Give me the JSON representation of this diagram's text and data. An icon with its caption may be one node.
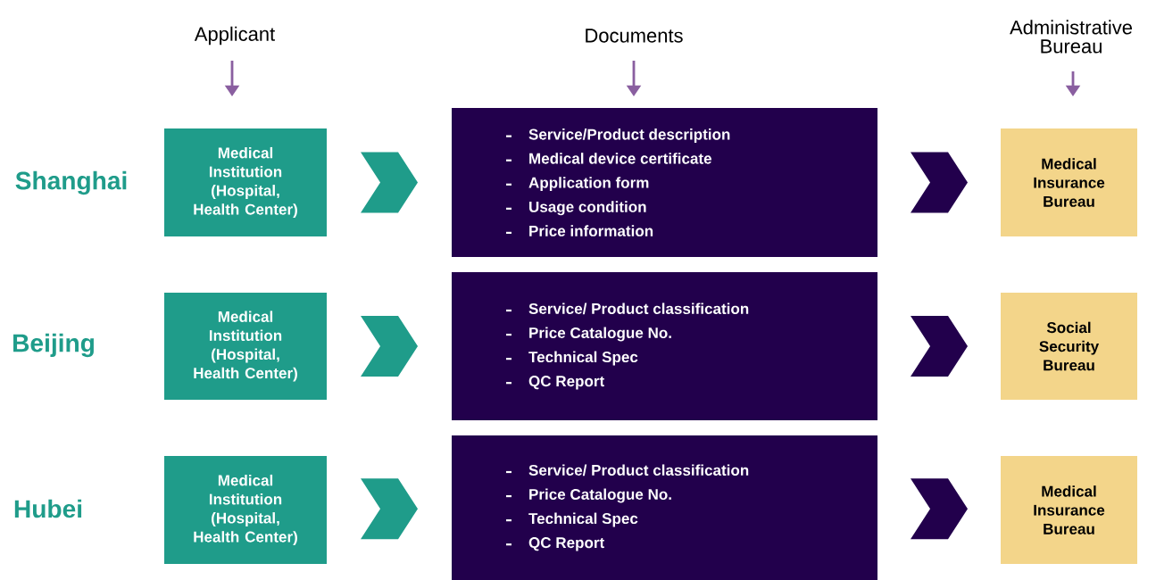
{
  "diagram": {
    "nodes": [
      {
        "text": [
          "Medical Institution (Hospital, Health Center)"
        ]
      },
      {
        "text": [
          "Service/Product description",
          "Medical device certificate",
          "Application form",
          "Usage condition",
          "Price information"
        ]
      },
      {
        "text": [
          "Medical Insurance Bureau"
        ]
      },
      {
        "text": [
          "Medical Institution (Hospital, Health Center)"
        ]
      },
      {
        "text": [
          "Service/ Product classification",
          "Price Catalogue No.",
          "Technical Spec",
          "QC Report"
        ]
      },
      {
        "text": [
          "Social Security Bureau"
        ]
      },
      {
        "text": [
          "Medical Institution (Hospital, Health Center)"
        ]
      },
      {
        "text": [
          "Service/ Product classification",
          "Price Catalogue No.",
          "Technical Spec",
          "QC Report"
        ]
      },
      {
        "text": [
          "Medical Insurance Bureau"
        ]
      }
    ],
    "edges": [
      {
        "from": 0,
        "to": 1,
        "arrow": "to",
        "color": "#1f9c8a"
      },
      {
        "from": 1,
        "to": 2,
        "arrow": "to",
        "color": "#22004c"
      },
      {
        "from": 3,
        "to": 4,
        "arrow": "to",
        "color": "#1f9c8a"
      },
      {
        "from": 4,
        "to": 5,
        "arrow": "to",
        "color": "#22004c"
      },
      {
        "from": 6,
        "to": 7,
        "arrow": "to",
        "color": "#1f9c8a"
      },
      {
        "from": 7,
        "to": 8,
        "arrow": "to",
        "color": "#22004c"
      }
    ],
    "labels": [
      "Applicant",
      "Documents",
      "Administrative Bureau",
      "Shanghai",
      "Beijing",
      "Hubei"
    ]
  }
}
